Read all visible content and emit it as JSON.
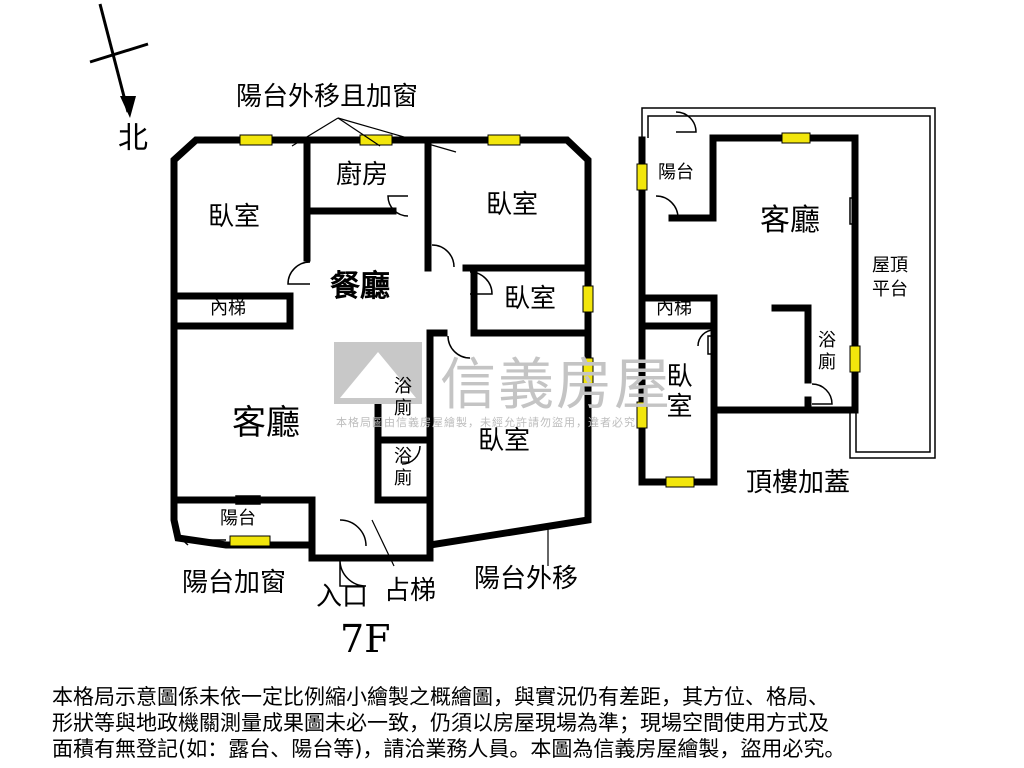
{
  "north": "北",
  "floor_label": "7F",
  "annotations": {
    "balcony_move_add_window": "陽台外移且加窗",
    "balcony_add_window": "陽台加窗",
    "balcony_moved_out": "陽台外移",
    "entrance": "入口",
    "occupy_stairs": "占梯",
    "rooftop_addition": "頂樓加蓋"
  },
  "rooms_7f": {
    "bedroom_nw": "臥室",
    "kitchen": "廚房",
    "bedroom_ne": "臥室",
    "bedroom_e": "臥室",
    "dining": "餐廳",
    "inner_stairs": "內梯",
    "living": "客廳",
    "bath_1": "浴廁",
    "bath_2": "浴廁",
    "bedroom_se": "臥室",
    "balcony": "陽台"
  },
  "rooms_roof": {
    "balcony": "陽台",
    "living": "客廳",
    "inner_stairs": "內梯",
    "bedroom": "臥室",
    "bath": "浴廁",
    "roof_terrace": "屋頂平台"
  },
  "watermark": {
    "brand": "信義房屋",
    "notice": "本格局圖由信義房屋繪製，未經允許請勿盜用，違者必究"
  },
  "disclaimer": [
    "本格局示意圖係未依一定比例縮小繪製之概繪圖，與實況仍有差距，其方位、格局、",
    "形狀等與地政機關測量成果圖未必一致，仍須以房屋現場為準；現場空間使用方式及",
    "面積有無登記(如：露台、陽台等)，請洽業務人員。本圖為信義房屋繪製，盜用必究。"
  ],
  "colors": {
    "wall": "#000000",
    "window": "#f2e60c",
    "watermark": "#c4c4c4"
  }
}
